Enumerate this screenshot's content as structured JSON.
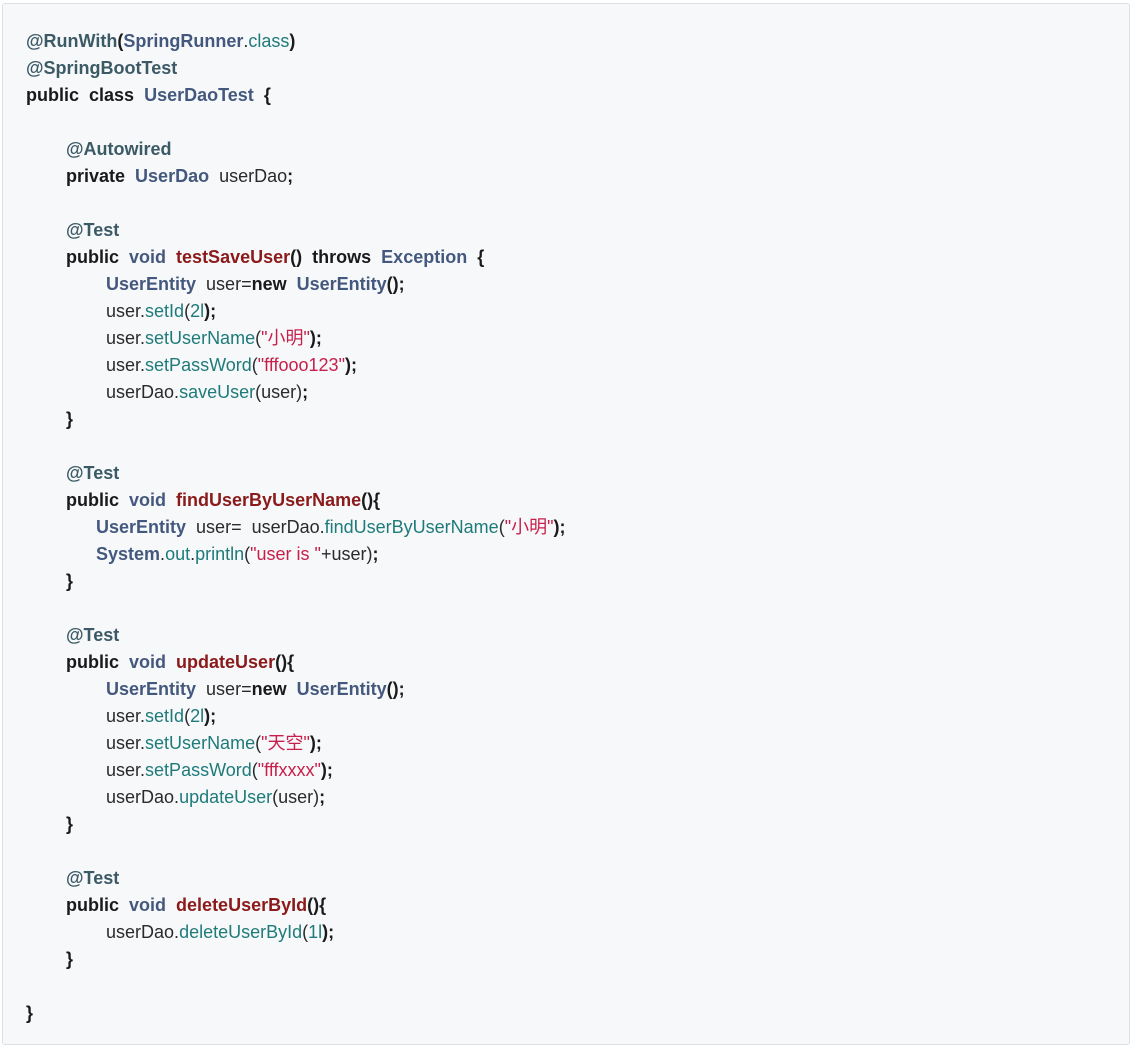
{
  "code": {
    "annotations": {
      "run_with": "@RunWith",
      "spring_boot_test": "@SpringBootTest",
      "autowired": "@Autowired",
      "test": "@Test"
    },
    "keywords": {
      "public": "public",
      "class": "class",
      "private": "private",
      "void": "void",
      "throws": "throws",
      "new": "new"
    },
    "types": {
      "spring_runner": "SpringRunner",
      "user_dao_test": "UserDaoTest",
      "user_dao": "UserDao",
      "exception": "Exception",
      "user_entity": "UserEntity",
      "system": "System"
    },
    "identifiers": {
      "user_dao_var": "userDao",
      "user_var": "user",
      "class_literal": "class",
      "out": "out"
    },
    "methods": {
      "test_save_user": "testSaveUser",
      "find_user_by_user_name": "findUserByUserName",
      "update_user": "updateUser",
      "delete_user_by_id": "deleteUserById"
    },
    "calls": {
      "set_id": "setId",
      "set_user_name": "setUserName",
      "set_pass_word": "setPassWord",
      "save_user": "saveUser",
      "find_user_by_user_name": "findUserByUserName",
      "println": "println",
      "update_user": "updateUser",
      "delete_user_by_id": "deleteUserById"
    },
    "literals": {
      "id_2": "2l",
      "id_1": "1l",
      "name_xiaoming": "\"小明\"",
      "name_tiankong": "\"天空\"",
      "pwd_1": "\"fffooo123\"",
      "pwd_2": "\"fffxxxx\"",
      "user_is": "\"user is \""
    }
  }
}
